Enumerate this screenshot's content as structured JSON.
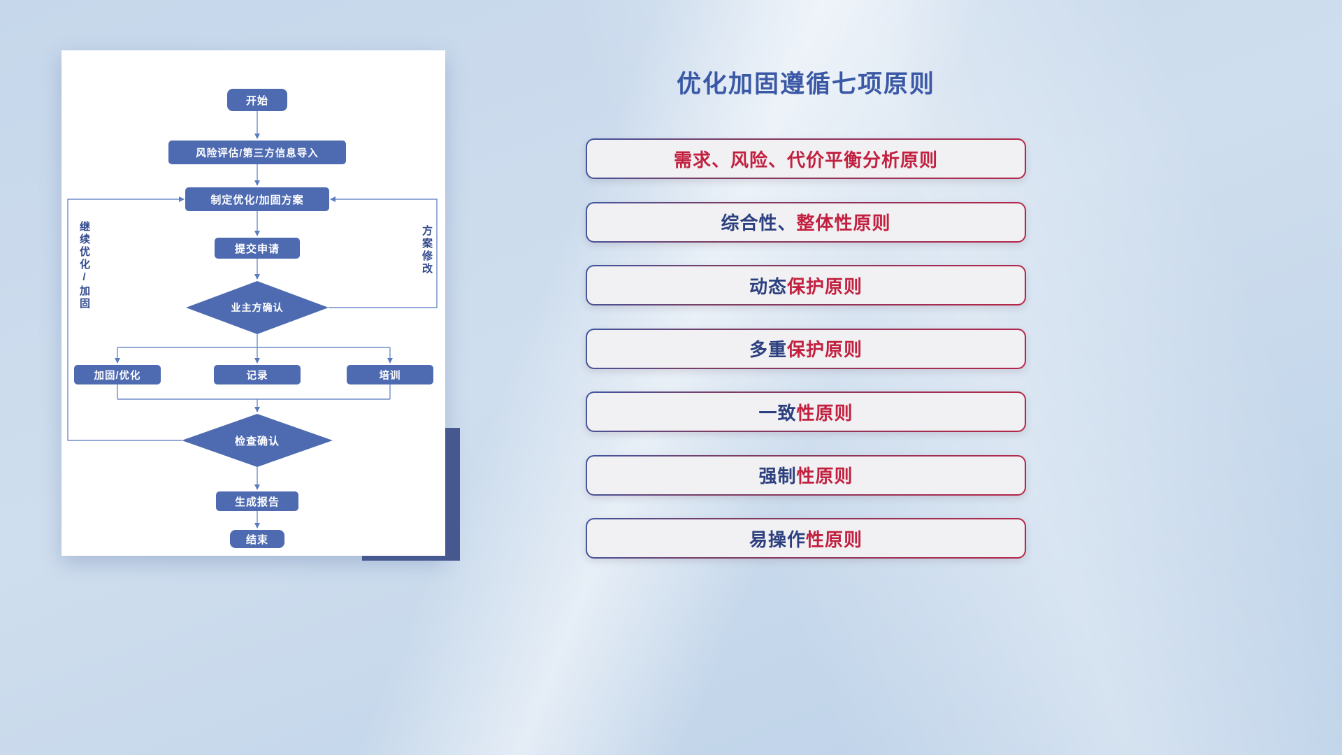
{
  "flowchart": {
    "nodes": {
      "start": "开始",
      "risk_import": "风险评估/第三方信息导入",
      "make_plan": "制定优化/加固方案",
      "submit": "提交申请",
      "owner_confirm": "业主方确认",
      "reinforce": "加固/优化",
      "record": "记录",
      "training": "培训",
      "check_confirm": "检查确认",
      "report": "生成报告",
      "end": "结束"
    },
    "loop_labels": {
      "left": "继续优化/加固",
      "right": "方案修改"
    }
  },
  "principles": {
    "title": "优化加固遵循七项原则",
    "items": [
      {
        "part1": "",
        "part2": "需求、风险、代价平衡分析原则"
      },
      {
        "part1": "综合性、",
        "part2": "整体性原则"
      },
      {
        "part1": "动态",
        "part2": "保护原则"
      },
      {
        "part1": "多重",
        "part2": "保护原则"
      },
      {
        "part1": "一致",
        "part2": "性原则"
      },
      {
        "part1": "强制",
        "part2": "性原则"
      },
      {
        "part1": "易操作",
        "part2": "性原则"
      }
    ]
  },
  "colors": {
    "title_blue": "#3a58a5",
    "node_blue": "#4e6bb1",
    "connector_blue": "#6e8cc8",
    "principle_navy": "#2c3f7e",
    "principle_red": "#c2203f",
    "principle_bg": "#f1f0f3",
    "accent_block_navy": "#47598f",
    "page_background": "#c6d7eb"
  }
}
